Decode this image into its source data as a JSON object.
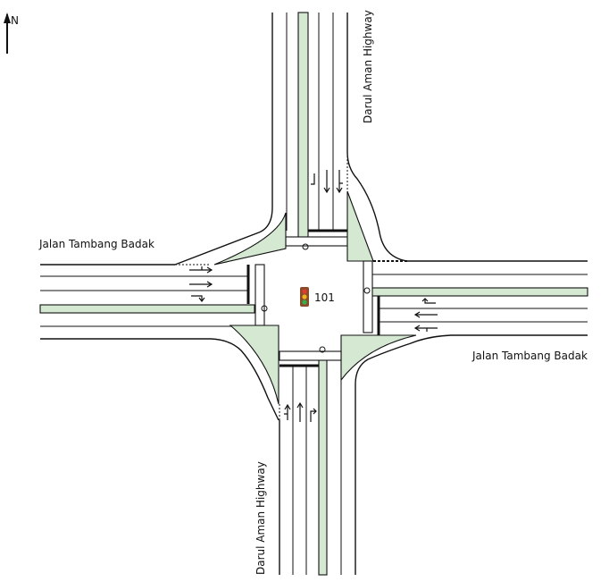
{
  "north_label": "N",
  "roads": {
    "north": "Darul Aman Highway",
    "south": "Darul Aman Highway",
    "west": "Jalan Tambang Badak",
    "east": "Jalan Tambang Badak"
  },
  "node": {
    "id": "101"
  },
  "colors": {
    "median": "#d4e8d2",
    "line": "#111111",
    "signal_body": "#8a4b2a",
    "signal_red": "#e23b2e",
    "signal_amber": "#f2b21a",
    "signal_green": "#2fb24a"
  },
  "icons": [
    "north-arrow-icon",
    "traffic-signal-icon"
  ]
}
